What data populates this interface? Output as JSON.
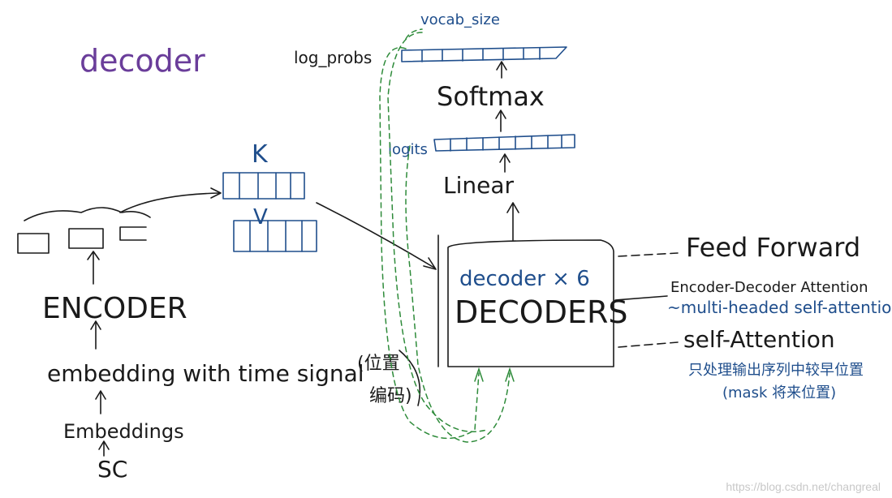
{
  "title": "decoder",
  "encoder": {
    "label": "ENCODER",
    "embedding_time": "embedding with time signal",
    "position_note_line1": "(位置",
    "position_note_line2": "编码)",
    "embeddings": "Embeddings",
    "input": "SC"
  },
  "kv": {
    "label": "K",
    "v_label": "V"
  },
  "decoder": {
    "header": "decoder × 6",
    "name": "DECODERS",
    "linear": "Linear",
    "logits": "logits",
    "softmax": "Softmax",
    "log_probs": "log_probs",
    "vocab_size": "vocab_size"
  },
  "annotations": {
    "feed_forward": "Feed Forward",
    "enc_dec_attention": "Encoder-Decoder Attention",
    "multi_headed": "~multi-headed self-attention",
    "self_attention": "self-Attention",
    "mask_note_line1": "只处理输出序列中较早位置",
    "mask_note_line2": "(mask 将来位置)"
  },
  "watermark": "https://blog.csdn.net/changreal",
  "colors": {
    "ink": "#1a1a1a",
    "blue": "#1f4e8c",
    "purple": "#6a3d9a",
    "green": "#2e8b3a"
  }
}
